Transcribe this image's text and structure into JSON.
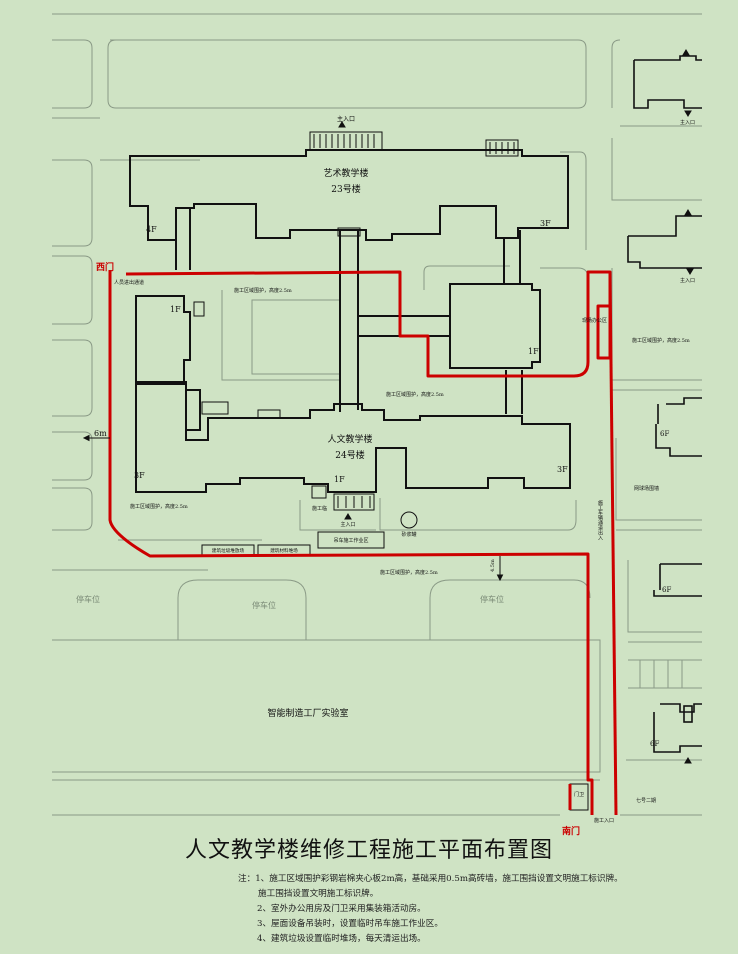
{
  "title": "人文教学楼维修工程施工平面布置图",
  "notes": {
    "lead": "注：",
    "items": [
      "1、施工区域围护彩钢岩棉夹心板2m高，基础采用0.5m高砖墙，施工围挡设置文明施工标识牌。",
      "施工围挡设置文明施工标识牌。",
      "2、室外办公用房及门卫采用集装箱活动房。",
      "3、屋面设备吊装时，设置临时吊车施工作业区。",
      "4、建筑垃圾设置临时堆场，每天清运出场。"
    ]
  },
  "buildings": {
    "art": {
      "name": "艺术教学楼",
      "number": "23号楼",
      "floors_left": "4F",
      "floors_right": "3F"
    },
    "humanities": {
      "name": "人文教学楼",
      "number": "24号楼",
      "floors_left": "3F",
      "floors_mid": "1F",
      "floors_right": "3F"
    },
    "annex_left": "1F",
    "annex_right": "1F",
    "lab": "智能制造工厂实验室"
  },
  "labels": {
    "west_gate": "西门",
    "south_gate": "南门",
    "main_entrance": "主入口",
    "pedestrian_entry": "人员进出通道",
    "fence_note": "施工区域围护，高度2.5m",
    "site_office": "现场办公区",
    "gate_house": "门卫",
    "construction_entrance": "施工入口",
    "fire_road": "施工车辆通道出入",
    "crane_zone": "吊车施工作业区",
    "mixer": "砂浆罐",
    "waste_yard": "建筑垃圾堆放场",
    "material_yard": "建筑材料堆场",
    "parking": "停车位",
    "dim_6m": "6m",
    "dim_5m": "4.5m",
    "west_wall": "网球场围墙",
    "floors_6f": "6F",
    "toilet": "七号二期",
    "temp": "施工临"
  },
  "colors": {
    "background": "#cfe3c4",
    "building_line": "#111111",
    "light_line": "#8a9a86",
    "fence_red": "#cc0000"
  }
}
